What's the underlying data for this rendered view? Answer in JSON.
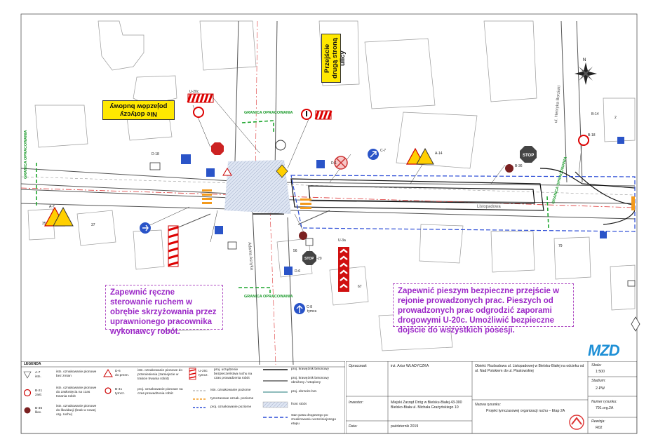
{
  "notes": {
    "left": "Zapewnić ręczne sterowanie ruchem w obrębie skrzyżowania przez uprawnionego pracownika wykonawcy robót.",
    "right": "Zapewnić pieszym bezpieczne przejście w rejonie prowadzonych prac. Pieszych od prowadzonych prac odgrodzić zaporami drogowymi U-20c. Umożliwić bezpieczne dojście do wszystkich posesji."
  },
  "yellow_signs": {
    "detour": "Nie dotyczy pojazdów budowy",
    "crossing": "Przejście drugą stroną ulicy"
  },
  "labels": {
    "granica": "GRANICA OPRACOWANIA",
    "street_main": "Listopadowa",
    "street_side1": "Adama Asnyka",
    "street_side2": "ul. Henryka Borzioki",
    "stop": "STOP",
    "b18": "B-18",
    "d18": "D-18",
    "b36": "B-36",
    "c7": "C-7",
    "u20c": "U-20c",
    "u3a": "U-3a",
    "d6": "D-6",
    "c8": "C-8",
    "a7": "A-7",
    "b20": "B-20",
    "d1": "D-1",
    "tymcz": "tymcz.",
    "b14": "B-14",
    "a14": "A-14",
    "h35": "35",
    "h37": "37",
    "h79": "79",
    "h67": "67",
    "h56": "56",
    "h2": "2"
  },
  "legend": {
    "title": "LEGENDA",
    "items": [
      {
        "code": "A-7",
        "sub": "istn.",
        "text": "istn. oznakowanie pionowe bez zmian"
      },
      {
        "code": "B-21",
        "sub": "zasl.",
        "text": "istn. oznakowanie pionowe do zasłonięcia na czas trwania robót"
      },
      {
        "code": "B-36",
        "sub": "likw.",
        "text": "istn. oznakowanie pionowe do likwidacji (brak w nowej org. ruchu)"
      },
      {
        "code": "D-6",
        "sub": "do przen.",
        "text": "istn. oznakowanie pionowe do przeniesienia (zamiejscie w trakcie trwania robót)"
      },
      {
        "code": "B-41",
        "sub": "tymcz.",
        "text": "proj. oznakowanie pionowe na czas prowadzenia robót"
      },
      {
        "code": "U-20c",
        "sub": "tymcz.",
        "text": "proj. urządzenie bezpieczeństwa ruchu na czas prowadzenia robót"
      },
      {
        "code": "",
        "sub": "",
        "text": "istn. oznakowanie poziome"
      },
      {
        "code": "",
        "sub": "",
        "text": "tymczasowe oznak. poziome"
      },
      {
        "code": "",
        "sub": "",
        "text": "proj. oznakowanie poziome"
      },
      {
        "code": "",
        "sub": "",
        "text": "proj. krawężnik betonowy"
      },
      {
        "code": "",
        "sub": "",
        "text": "proj. krawężnik betonowy obniżony / wtopiony"
      },
      {
        "code": "",
        "sub": "",
        "text": "proj. obrzeże bet."
      },
      {
        "code": "",
        "sub": "",
        "text": "front robót"
      },
      {
        "code": "",
        "sub": "",
        "text": "stan pasa drogowego po zrealizowaniu wcześniejszego etapu"
      }
    ]
  },
  "titleblock": {
    "opracowal_label": "Opracował:",
    "opracowal": "inż. Artur WŁADYCZKA",
    "inwestor_label": "Inwestor:",
    "inwestor": "Miejski Zarząd Dróg w Bielsku-Białej 43-300 Bielsko-Biała ul. Michała Grażyńskiego 10",
    "data_label": "Data:",
    "data": "październik 2019",
    "obiekt": "Obiekt: Rozbudowa ul. Listopadowej w Bielsku-Białej na odcinku od ul. Nad Potokiem do ul. Piastowskiej",
    "nazwa_label": "Nazwa rysunku:",
    "nazwa": "Projekt tymczasowej organizacji ruchu – Etap 2A",
    "skala_label": "Skala:",
    "skala": "1:500",
    "stadium_label": "Stadium:",
    "stadium": "2-PW",
    "numer_label": "Numer rysunku:",
    "numer": "791.org.2A",
    "rewizja_label": "Rewizja:",
    "rewizja": "R02"
  },
  "logo": "MZD"
}
